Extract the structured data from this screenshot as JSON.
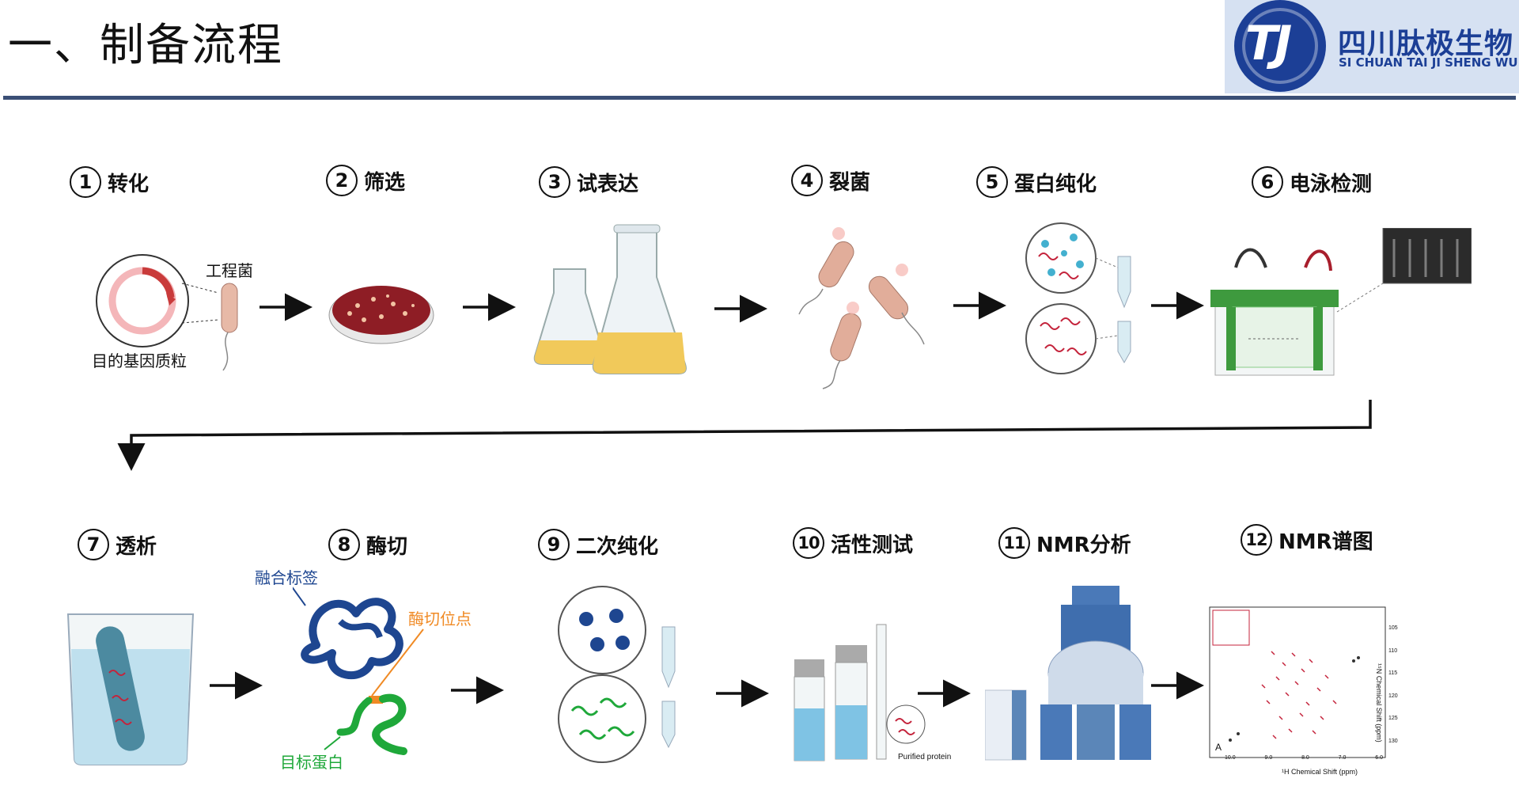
{
  "header": {
    "title": "一、制备流程"
  },
  "logo": {
    "letters": "TJ",
    "name_cn": "四川肽极生物",
    "name_en": "SI CHUAN TAI JI SHENG WU"
  },
  "steps": [
    {
      "num": "1",
      "label": "转化"
    },
    {
      "num": "2",
      "label": "筛选"
    },
    {
      "num": "3",
      "label": "试表达"
    },
    {
      "num": "4",
      "label": "裂菌"
    },
    {
      "num": "5",
      "label": "蛋白纯化"
    },
    {
      "num": "6",
      "label": "电泳检测"
    },
    {
      "num": "7",
      "label": "透析"
    },
    {
      "num": "8",
      "label": "酶切"
    },
    {
      "num": "9",
      "label": "二次纯化"
    },
    {
      "num": "10",
      "label": "活性测试"
    },
    {
      "num": "11",
      "label": "NMR分析"
    },
    {
      "num": "12",
      "label": "NMR谱图"
    }
  ],
  "annotations": {
    "engineered_bacteria": "工程菌",
    "target_plasmid": "目的基因质粒",
    "fusion_tag": "融合标签",
    "cleavage_site": "酶切位点",
    "target_protein": "目标蛋白",
    "purified_protein": "Purified protein"
  },
  "spectrum": {
    "x_axis_label": "¹H Chemical Shift (ppm)",
    "y_axis_label": "¹⁵N Chemical Shift (ppm)",
    "panel_letter": "A",
    "x_ticks": [
      "10.0",
      "9.0",
      "8.0",
      "7.0",
      "6.0"
    ],
    "y_ticks": [
      "105",
      "110",
      "115",
      "120",
      "125",
      "130"
    ]
  },
  "colors": {
    "rule": "#3b4f76",
    "logo_blue": "#1c3f96",
    "tag_blue": "#1e4690",
    "cleave_orange": "#f08a24",
    "target_green": "#1fa83a",
    "gel_green": "#3e9a3e"
  }
}
